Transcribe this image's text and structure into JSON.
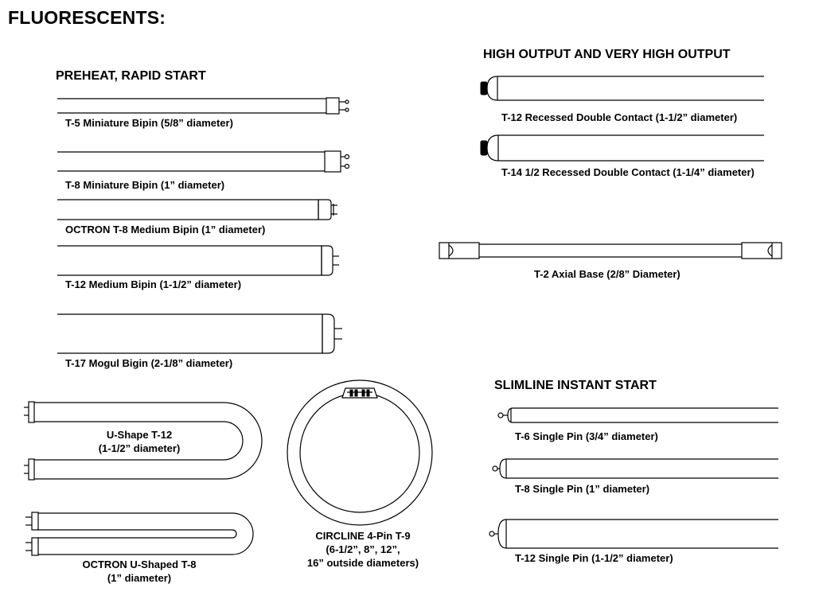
{
  "title": "FLUORESCENTS:",
  "sections": {
    "preheat": "PREHEAT, RAPID START",
    "high_output": "HIGH OUTPUT AND VERY HIGH OUTPUT",
    "slimline": "SLIMLINE INSTANT START"
  },
  "lamps": {
    "t5": "T-5 Miniature Bipin (5/8” diameter)",
    "t8_mini": "T-8 Miniature Bipin (1” diameter)",
    "octron_t8": "OCTRON T-8 Medium Bipin (1” diameter)",
    "t12_medium": "T-12 Medium Bipin (1-1/2” diameter)",
    "t17_mogul": "T-17 Mogul Bigin (2-1/8” diameter)",
    "t12_recessed": "T-12 Recessed Double Contact (1-1/2” diameter)",
    "t14_recessed": "T-14 1/2 Recessed Double Contact (1-1/4” diameter)",
    "t2_axial": "T-2 Axial Base (2/8” Diameter)",
    "t6_single": "T-6 Single Pin (3/4” diameter)",
    "t8_single": "T-8 Single Pin (1” diameter)",
    "t12_single": "T-12 Single Pin (1-1/2” diameter)",
    "ushape_line1": "U-Shape T-12",
    "ushape_line2": "(1-1/2” diameter)",
    "octron_u_line1": "OCTRON U-Shaped T-8",
    "octron_u_line2": "(1” diameter)",
    "circline_line1": "CIRCLINE 4-Pin T-9",
    "circline_line2": "(6-1/2”, 8”, 12”,",
    "circline_line3": "16” outside diameters)"
  }
}
